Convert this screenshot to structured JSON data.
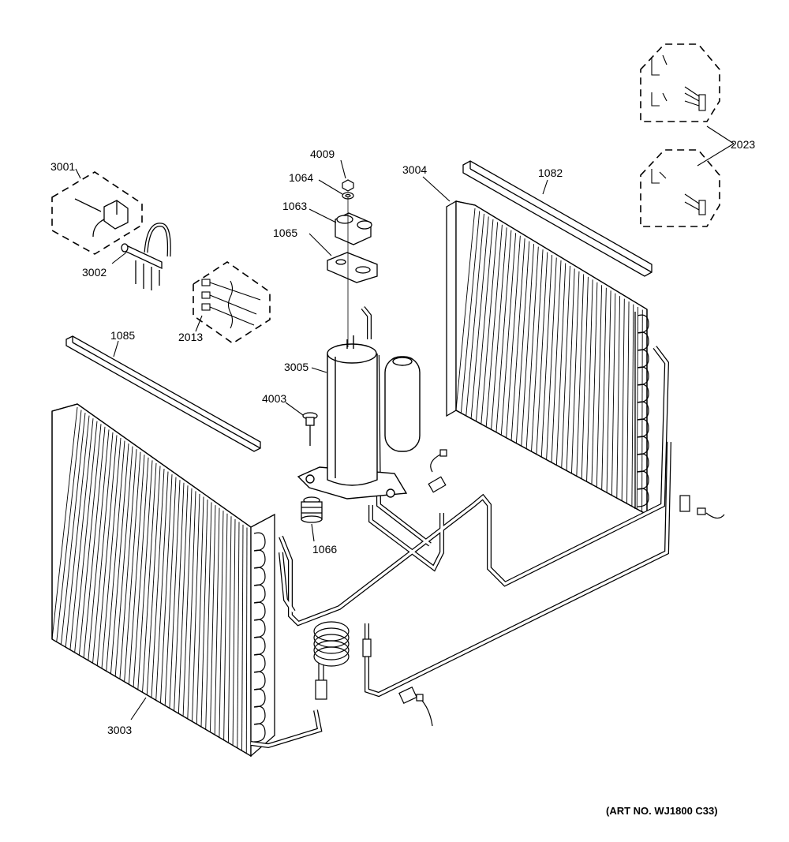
{
  "callouts": [
    {
      "id": "c3001",
      "text": "3001"
    },
    {
      "id": "c3002",
      "text": "3002"
    },
    {
      "id": "c2013",
      "text": "2013"
    },
    {
      "id": "c4009",
      "text": "4009"
    },
    {
      "id": "c1064",
      "text": "1064"
    },
    {
      "id": "c1063",
      "text": "1063"
    },
    {
      "id": "c1065",
      "text": "1065"
    },
    {
      "id": "c3004",
      "text": "3004"
    },
    {
      "id": "c1082",
      "text": "1082"
    },
    {
      "id": "c2023",
      "text": "2023"
    },
    {
      "id": "c1085",
      "text": "1085"
    },
    {
      "id": "c3005",
      "text": "3005"
    },
    {
      "id": "c4003",
      "text": "4003"
    },
    {
      "id": "c1066",
      "text": "1066"
    },
    {
      "id": "c3003",
      "text": "3003"
    }
  ],
  "art_number": "(ART NO. WJ1800 C33)",
  "colors": {
    "line": "#000000",
    "background": "#ffffff"
  }
}
